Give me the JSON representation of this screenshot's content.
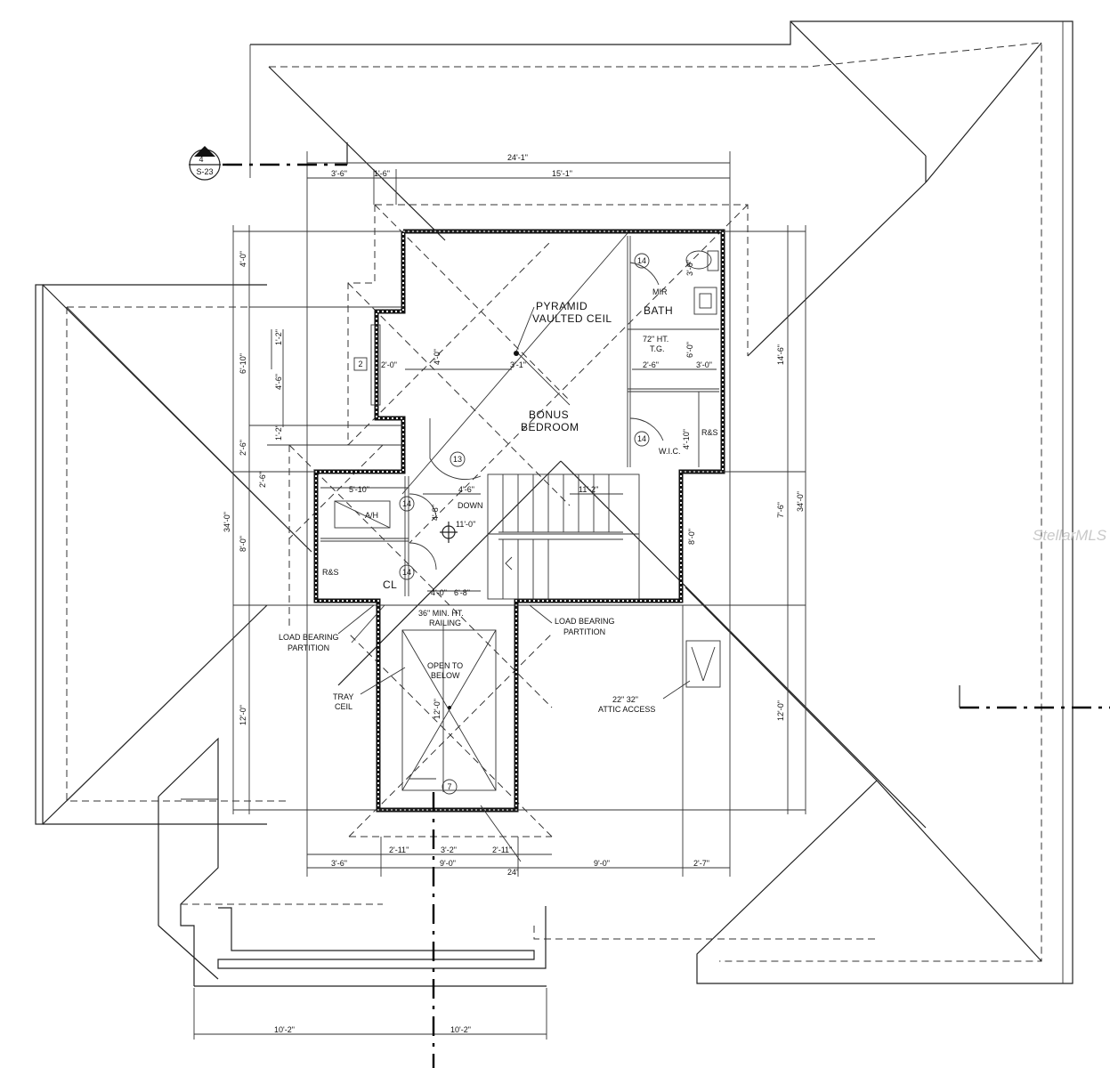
{
  "labels": {
    "pyramid_1": "PYRAMID",
    "pyramid_2": "VAULTED CEIL",
    "bath": "BATH",
    "mir": "MIR",
    "shower_1": "72\" HT.",
    "shower_2": "T.G.",
    "bonus_1": "BONUS",
    "bonus_2": "BEDROOM",
    "wic": "W.I.C.",
    "ah": "A/H",
    "cl": "CL",
    "down": "DOWN",
    "railing_1": "36\" MIN. HT.",
    "railing_2": "RAILING",
    "lbp_left_1": "LOAD BEARING",
    "lbp_left_2": "PARTITION",
    "lbp_right_1": "LOAD BEARING",
    "lbp_right_2": "PARTITION",
    "open_1": "OPEN TO",
    "open_2": "BELOW",
    "tray_1": "TRAY",
    "tray_2": "CEIL",
    "attic_1": "22\" 32\"",
    "attic_2": "ATTIC ACCESS",
    "rs_1": "R&S",
    "rs_2": "R&S",
    "section_top": "4",
    "section_bottom": "S-23",
    "watermark": "StellarMLS"
  },
  "tags": [
    "14",
    "14",
    "14",
    "14",
    "13",
    "2",
    "7"
  ],
  "dimensions": {
    "top_overall": "24'-1\"",
    "top_a": "3'-6\"",
    "top_b": "1'-6\"",
    "top_c": "15'-1\"",
    "left_a": "4'-0\"",
    "left_b": "6'-10\"",
    "left_c": "1'-2\"",
    "left_d": "4'-6\"",
    "left_e": "1'-2\"",
    "left_f": "2'-6\"",
    "left_g": "2'-6\"",
    "left_h": "8'-0\"",
    "left_overall": "34'-0\"",
    "left_lower": "12'-0\"",
    "int_2_0": "2'-0\"",
    "int_4_0": "4'-0\"",
    "int_3_1": "3'-1\"",
    "int_5_10": "5'-10\"",
    "int_4_6": "4'-6\"",
    "int_11_2": "11'-2\"",
    "int_11_0": "11'-0\"",
    "int_4_8": "4'-8\"",
    "int_4_0b": "4'-0\"",
    "int_6_8": "6'-8\"",
    "int_12_0": "12'-0\"",
    "int_4_10": "4'-10\"",
    "bath_2_6": "2'-6\"",
    "bath_3_0": "3'-0\"",
    "bath_3_6": "3'-6\"",
    "bath_6_0": "6'-0\"",
    "right_a": "14'-6\"",
    "right_b": "7'-6\"",
    "right_c": "8'-0\"",
    "right_overall": "34'-0\"",
    "right_d": "12'-0\"",
    "bottom_a": "3'-6\"",
    "bottom_b": "2'-11\"",
    "bottom_c": "3'-2\"",
    "bottom_d": "2'-11\"",
    "bottom_e": "9'-0\"",
    "bottom_f": "9'-0\"",
    "bottom_g": "2'-7\"",
    "bottom_overall": "24'",
    "base_a": "10'-2\"",
    "base_b": "10'-2\""
  }
}
